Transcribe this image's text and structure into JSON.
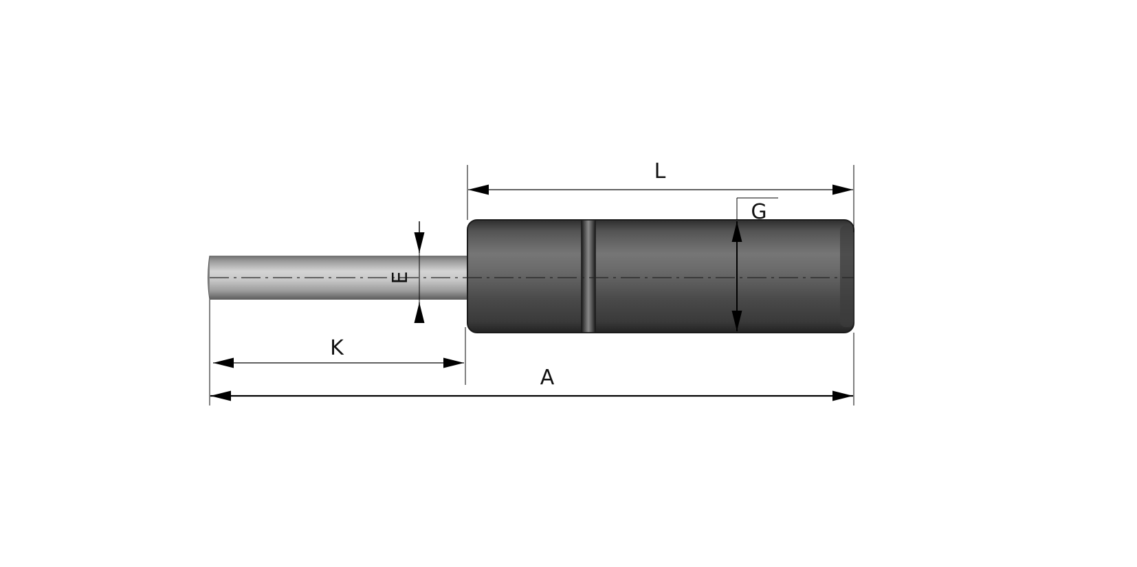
{
  "diagram": {
    "type": "gas spring dimension drawing",
    "dimensions": {
      "overall_length": "A",
      "cylinder_length": "L",
      "rod_extension": "K",
      "rod_diameter": "E",
      "cylinder_diameter": "G"
    }
  }
}
